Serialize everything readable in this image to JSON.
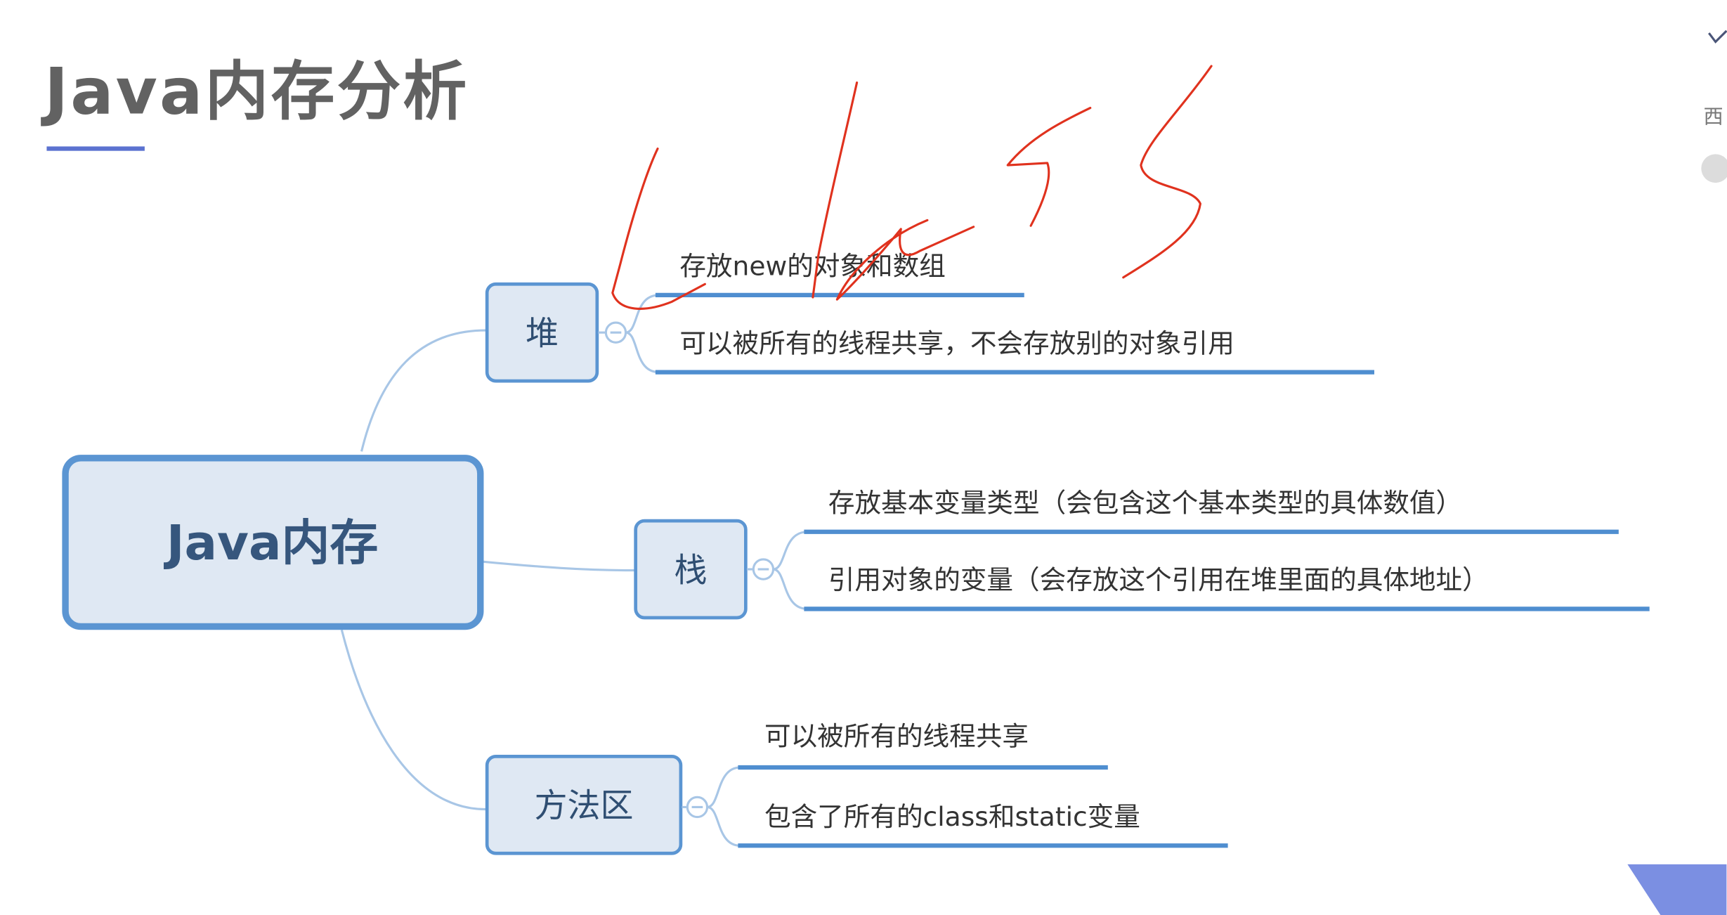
{
  "slide": {
    "title": "Java内存分析",
    "accent_color": "#5b72d0",
    "root": {
      "label": "Java内存"
    },
    "branches": [
      {
        "label": "堆",
        "leaves": [
          "存放new的对象和数组",
          "可以被所有的线程共享，不会存放别的对象引用"
        ]
      },
      {
        "label": "栈",
        "leaves": [
          "存放基本变量类型（会包含这个基本类型的具体数值）",
          "引用对象的变量（会存放这个引用在堆里面的具体地址）"
        ]
      },
      {
        "label": "方法区",
        "leaves": [
          "可以被所有的线程共享",
          "包含了所有的class和static变量"
        ]
      }
    ],
    "annotation": "class",
    "annotation_color": "#e0321e"
  },
  "side_panel": {
    "partial_text": "西"
  }
}
